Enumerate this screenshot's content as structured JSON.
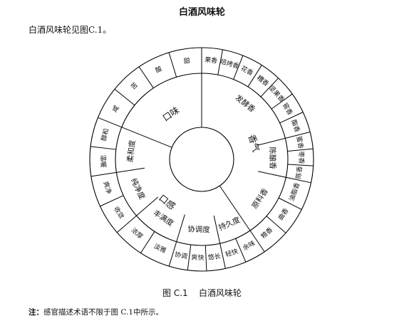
{
  "document": {
    "title": "白酒风味轮",
    "intro": "白酒风味轮见图C.1。",
    "caption": "图 C.1    白酒风味轮",
    "note_label": "注：",
    "note_text": "感官描述术语不限于图 C.1中所示。"
  },
  "wheel": {
    "categories": [
      {
        "name": "香气",
        "subs": [
          {
            "name": "发酵香",
            "leaves": [
              "果香",
              "焙烤香",
              "花香",
              "糟香",
              "坚果香",
              "窖香",
              "酯香"
            ]
          },
          {
            "name": "陈酿香",
            "leaves": [
              "蜜香",
              "枣香",
              "陈香"
            ]
          },
          {
            "name": "原料香",
            "leaves": [
              "油脂香",
              "曲香",
              "粮香"
            ]
          }
        ]
      },
      {
        "name": "口感",
        "subs": [
          {
            "name": "持久度",
            "leaves": [
              "余味",
              "轻快"
            ]
          },
          {
            "name": "协调度",
            "leaves": [
              "悠长",
              "爽快",
              "协调"
            ]
          },
          {
            "name": "丰满度",
            "leaves": [
              "淡雅",
              "浓厚"
            ]
          },
          {
            "name": "纯净度",
            "leaves": [
              "收敛",
              "爽净"
            ]
          },
          {
            "name": "柔和度",
            "leaves": [
              "温暖",
              "醇和"
            ]
          }
        ]
      },
      {
        "name": "口味",
        "subs": [
          {
            "name": "",
            "leaves": [
              "咸",
              "苦",
              "酸",
              "甜"
            ]
          }
        ]
      }
    ]
  }
}
